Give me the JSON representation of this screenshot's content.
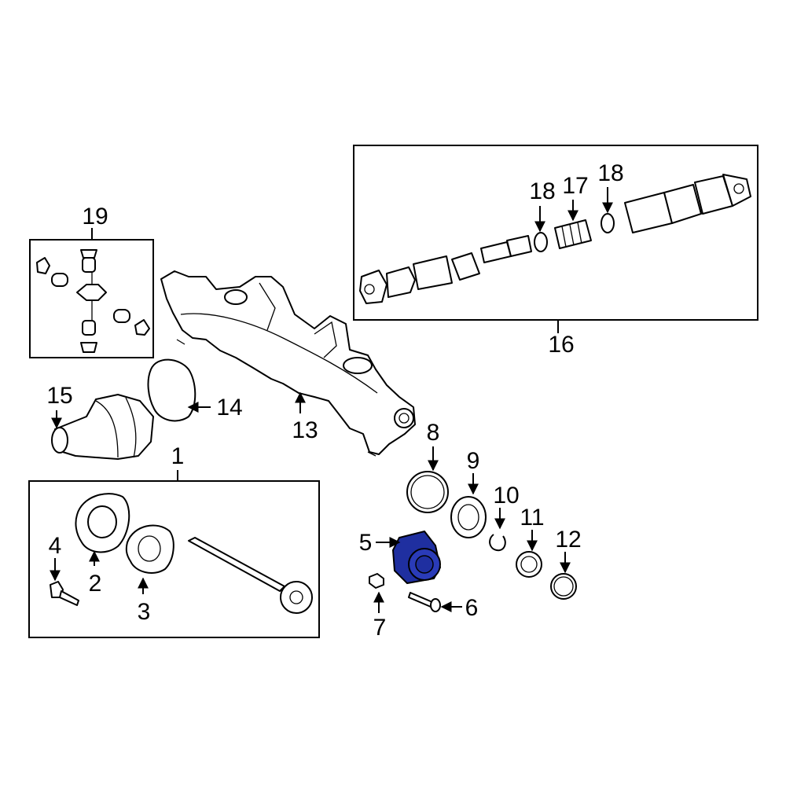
{
  "callouts": {
    "c1": "1",
    "c2": "2",
    "c3": "3",
    "c4": "4",
    "c5": "5",
    "c6": "6",
    "c7": "7",
    "c8": "8",
    "c9": "9",
    "c10": "10",
    "c11": "11",
    "c12": "12",
    "c13": "13",
    "c14": "14",
    "c15": "15",
    "c16": "16",
    "c17": "17",
    "c18a": "18",
    "c18b": "18",
    "c19": "19"
  },
  "highlight_color": "#1f2fa0",
  "line_color": "#000000",
  "background_color": "#ffffff"
}
